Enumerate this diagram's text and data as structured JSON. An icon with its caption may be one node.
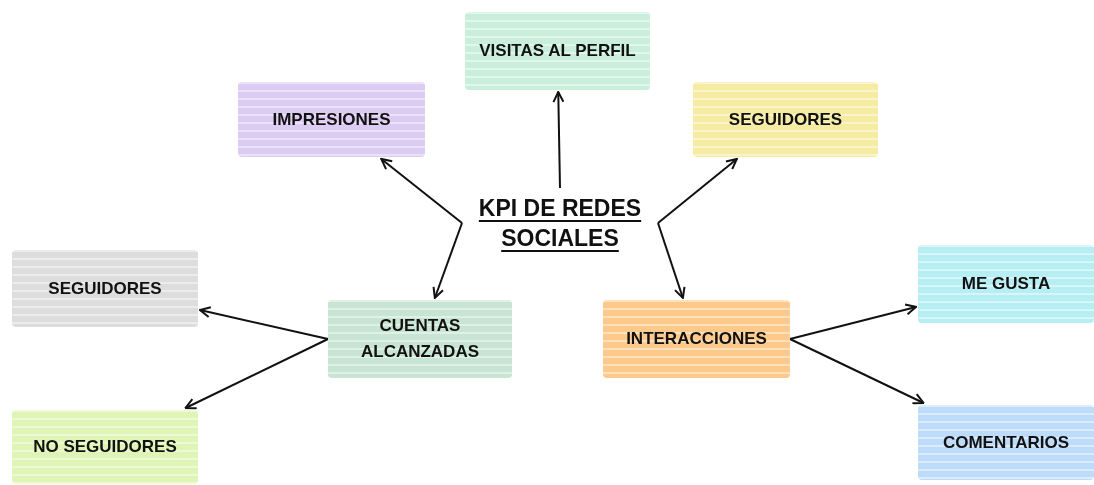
{
  "diagram": {
    "nodes": [
      {
        "text": [
          "KPI DE REDES SOCIALES"
        ]
      },
      {
        "text": [
          "VISITAS AL PERFIL"
        ]
      },
      {
        "text": [
          "IMPRESIONES"
        ]
      },
      {
        "text": [
          "SEGUIDORES"
        ]
      },
      {
        "text": [
          "CUENTAS ALCANZADAS"
        ]
      },
      {
        "text": [
          "INTERACCIONES"
        ]
      },
      {
        "text": [
          "SEGUIDORES"
        ]
      },
      {
        "text": [
          "NO SEGUIDORES"
        ]
      },
      {
        "text": [
          "ME GUSTA"
        ]
      },
      {
        "text": [
          "COMENTARIOS"
        ]
      }
    ],
    "edges": [
      {
        "from": 0,
        "to": 1,
        "arrow": "to"
      },
      {
        "from": 0,
        "to": 2,
        "arrow": "to"
      },
      {
        "from": 0,
        "to": 4,
        "arrow": "to"
      },
      {
        "from": 0,
        "to": 3,
        "arrow": "to"
      },
      {
        "from": 0,
        "to": 5,
        "arrow": "to"
      },
      {
        "from": 4,
        "to": 6,
        "arrow": "to"
      },
      {
        "from": 4,
        "to": 7,
        "arrow": "to"
      },
      {
        "from": 5,
        "to": 8,
        "arrow": "to"
      },
      {
        "from": 5,
        "to": 9,
        "arrow": "to"
      }
    ]
  }
}
